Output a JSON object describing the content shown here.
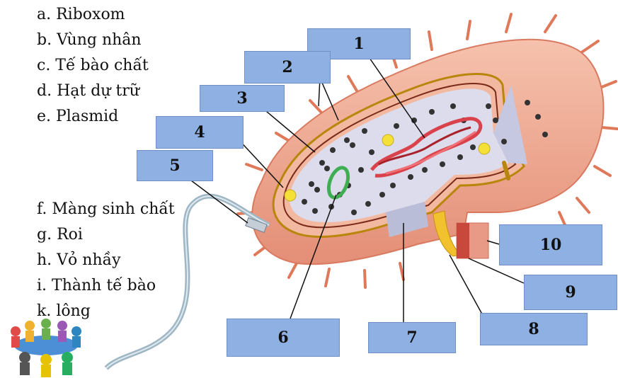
{
  "terms_top": [
    "a. Riboxom",
    "b. Vùng nhân",
    "c. Tế bào chất",
    "d. Hạt dự trữ",
    "e. Plasmid"
  ],
  "terms_bottom": [
    "f. Màng sinh chất",
    "g. Roi",
    "h. Vỏ nhầy",
    "i. Thành tế bào",
    "k. lông"
  ],
  "labels": [
    "1",
    "2",
    "3",
    "4",
    "5",
    "6",
    "7",
    "8",
    "9",
    "10"
  ],
  "colors": {
    "label_box": "#8fb0e3",
    "capsule": "#f0a58c",
    "cytoplasm": "#dcdcec",
    "nucleoid": "#d9424a",
    "plasmid": "#3fae52",
    "granule": "#f5e038"
  }
}
